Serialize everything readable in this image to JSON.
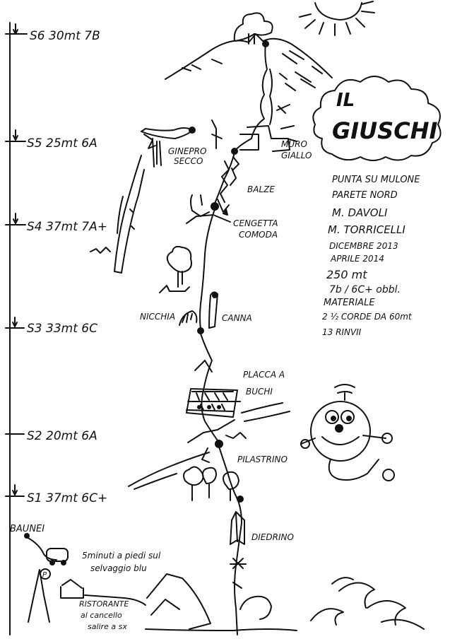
{
  "title": "IL GIUSCHI",
  "pitches": [
    {
      "label": "S6 30mt 7B"
    },
    {
      "label": "S5 25mt 6A"
    },
    {
      "label": "S4 37mt 7A+"
    },
    {
      "label": "S3 33mt 6C"
    },
    {
      "label": "S2 20mt 6A"
    },
    {
      "label": "S1 37mt 6C+"
    }
  ],
  "features": {
    "ginepro": [
      "GINEPRO",
      "SECCO"
    ],
    "muro": [
      "MURO",
      "GIALLO"
    ],
    "balze": "BALZE",
    "cengetta": [
      "CENGETTA",
      "COMODA"
    ],
    "nicchia": "NICCHIA",
    "canna": "CANNA",
    "placca": [
      "PLACCA A",
      "BUCHI"
    ],
    "pilastrino": "PILASTRINO",
    "diedrino": "DIEDRINO"
  },
  "info": {
    "location": "PUNTA SU MULONE",
    "face": "PARETE NORD",
    "author1": "M. DAVOLI",
    "author2": "M. TORRICELLI",
    "date1": "DICEMBRE 2013",
    "date2": "APRILE 2014",
    "length": "250 mt",
    "grade": "7b / 6C+ obbl.",
    "material_title": "MATERIALE",
    "ropes": "2 ½ CORDE DA 60mt",
    "quickdraws": "13 RINVII"
  },
  "approach": {
    "start": "BAUNEI",
    "parking": "P",
    "walk": [
      "5minuti a piedi sul",
      "selvaggio blu"
    ],
    "restaurant": "RISTORANTE",
    "gate": [
      "al cancello",
      "salire a sx"
    ]
  },
  "colors": {
    "ink": "#111111",
    "paper": "#ffffff"
  },
  "icons": [
    "sun-icon",
    "cloud-icon",
    "tree-icon",
    "car-icon",
    "bird-icon",
    "mascot-icon",
    "wave-icon"
  ]
}
